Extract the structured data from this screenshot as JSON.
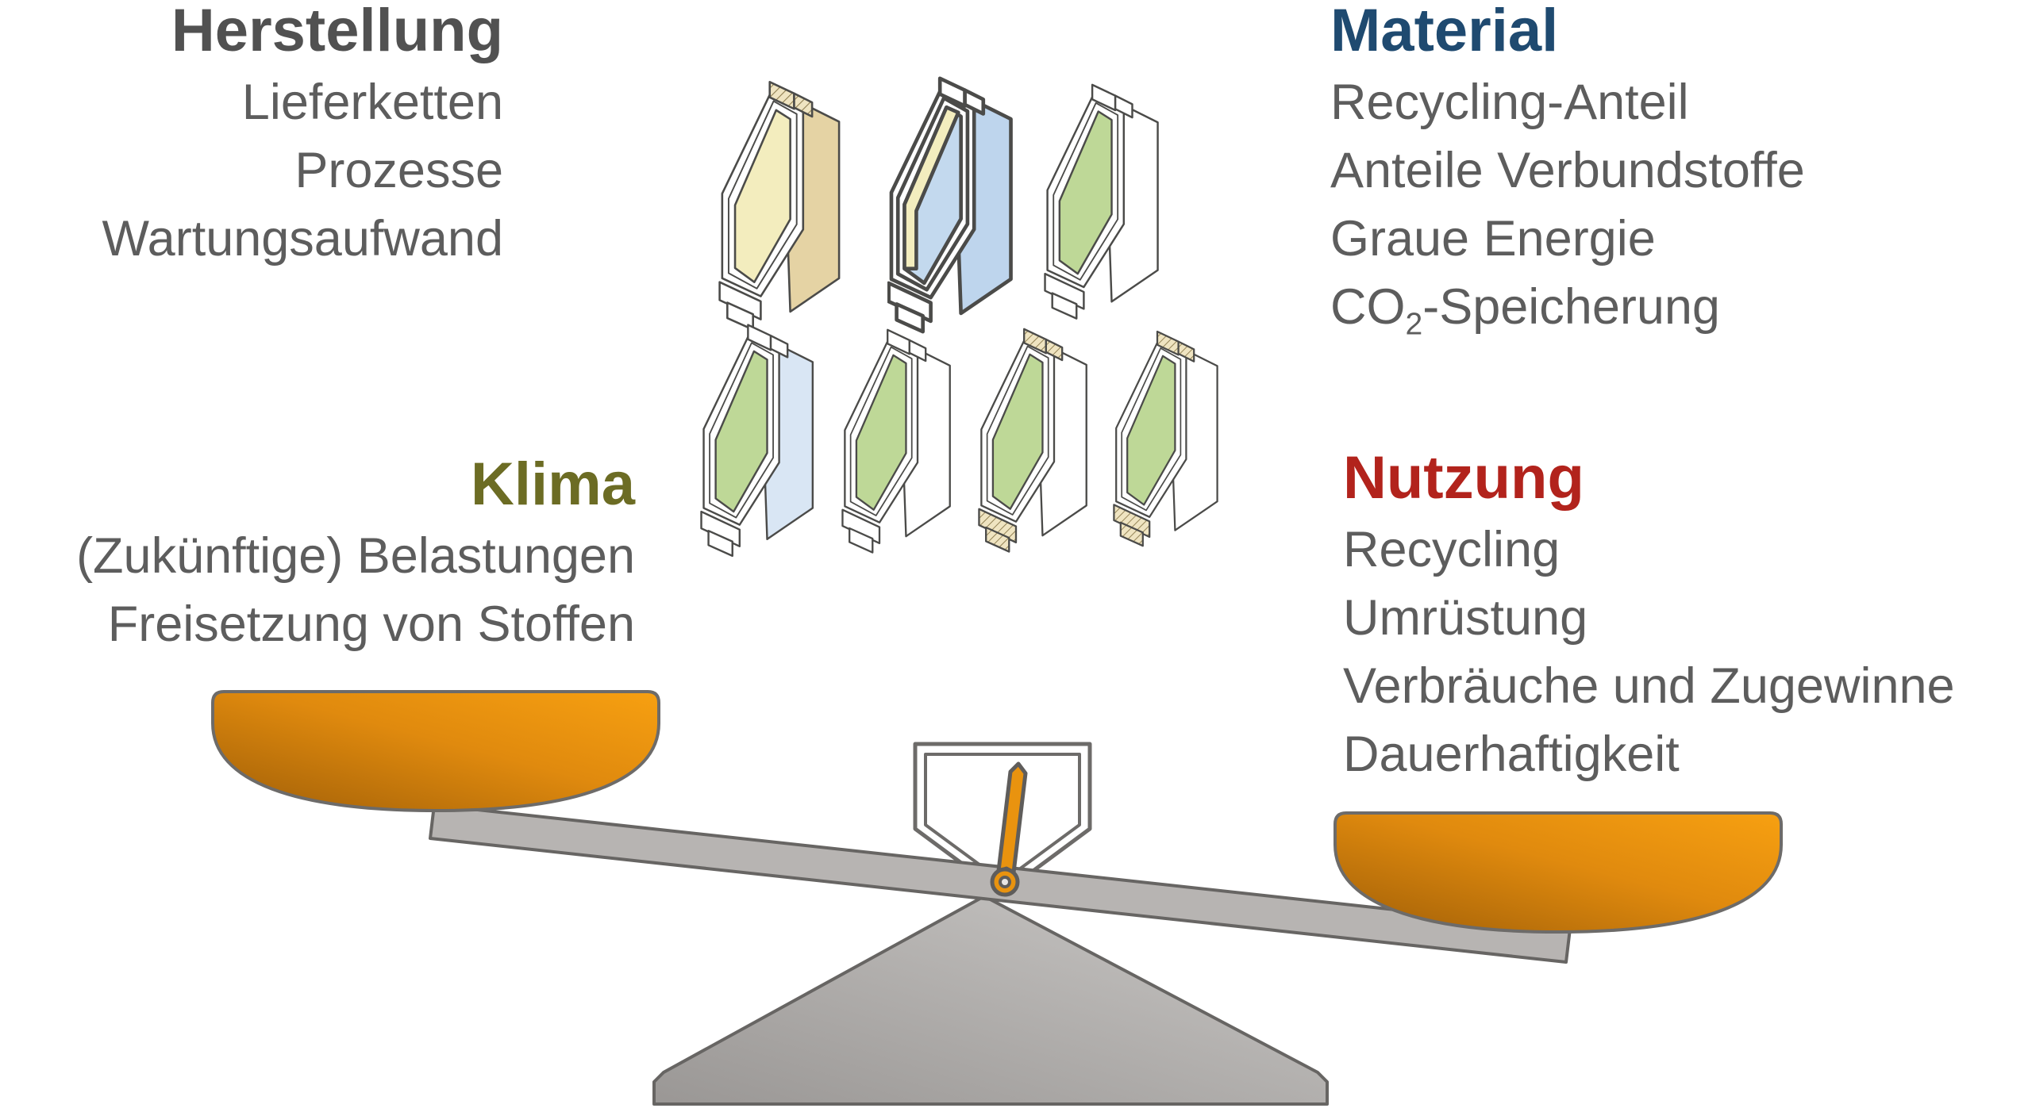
{
  "figure": {
    "type": "balance-diagram",
    "background": "#ffffff",
    "description": "Seesaw balance comparing aspects of window constructions; right side weighted down"
  },
  "text_color": "#5d5d5d",
  "sections": {
    "herstellung": {
      "heading": "Herstellung",
      "heading_color": "#515151",
      "items": [
        "Lieferketten",
        "Prozesse",
        "Wartungsaufwand"
      ]
    },
    "material": {
      "heading": "Material",
      "heading_color": "#1f4a70",
      "items": [
        "Recycling-Anteil",
        "Anteile Verbundstoffe",
        "Graue Energie"
      ],
      "co2": {
        "prefix": "CO",
        "sub": "2",
        "suffix": "-Speicherung"
      }
    },
    "klima": {
      "heading": "Klima",
      "heading_color": "#6c6c24",
      "items": [
        "(Zukünftige) Belastungen",
        "Freisetzung von Stoffen"
      ]
    },
    "nutzung": {
      "heading": "Nutzung",
      "heading_color": "#b2231c",
      "items": [
        "Recycling",
        "Umrüstung",
        "Verbräuche und Zugewinne",
        "Dauerhaftigkeit"
      ]
    }
  },
  "scale": {
    "tilt": "right-side-down",
    "pan_gradient_start": "#a05f08",
    "pan_gradient_end": "#f7a011",
    "beam_color": "#b7b4b2",
    "base_gradient_start": "#9a9795",
    "base_gradient_end": "#c9c7c5",
    "outline_color": "#676563",
    "needle_color": "#e9930f"
  },
  "illustrations": {
    "window_sections_count": 7,
    "rows": [
      3,
      4
    ],
    "glass_yellow": "#f3edbe",
    "glass_blue": "#c3d9ee",
    "glass_green": "#bed897",
    "wood_tan": "#e5d3a4",
    "hatch_fill": "#efe4c1"
  }
}
